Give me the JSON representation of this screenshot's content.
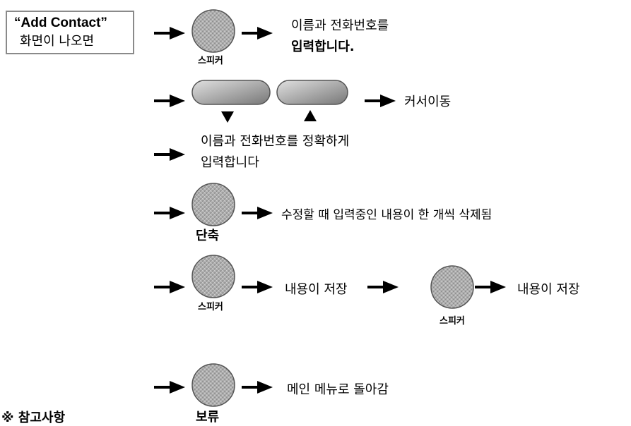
{
  "intro": {
    "line1": "“Add Contact”",
    "line2": "화면이 나오면"
  },
  "steps": {
    "step1": {
      "button_caption": "스피커",
      "text_line1": "이름과 전화번호를",
      "text_line2": "입력합니다."
    },
    "step2": {
      "result_text": "커서이동"
    },
    "step3": {
      "text_line1": "이름과 전화번호를 정확하게",
      "text_line2": "입력합니다"
    },
    "step4": {
      "button_caption": "단축",
      "result_text": "수정할 때 입력중인 내용이 한 개씩 삭제됨"
    },
    "step5": {
      "button_caption": "스피커",
      "result_text": "내용이 저장",
      "button2_caption": "스피커",
      "result2_text": "내용이 저장"
    },
    "step6": {
      "button_caption": "보류",
      "result_text": "메인 메뉴로 돌아감"
    }
  },
  "footnote": {
    "text": "※ 참고사항"
  },
  "colors": {
    "button_light": "#d6d6d6",
    "button_dark": "#7d7d7d",
    "arrow": "#000000",
    "border": "#8a8a8a"
  }
}
